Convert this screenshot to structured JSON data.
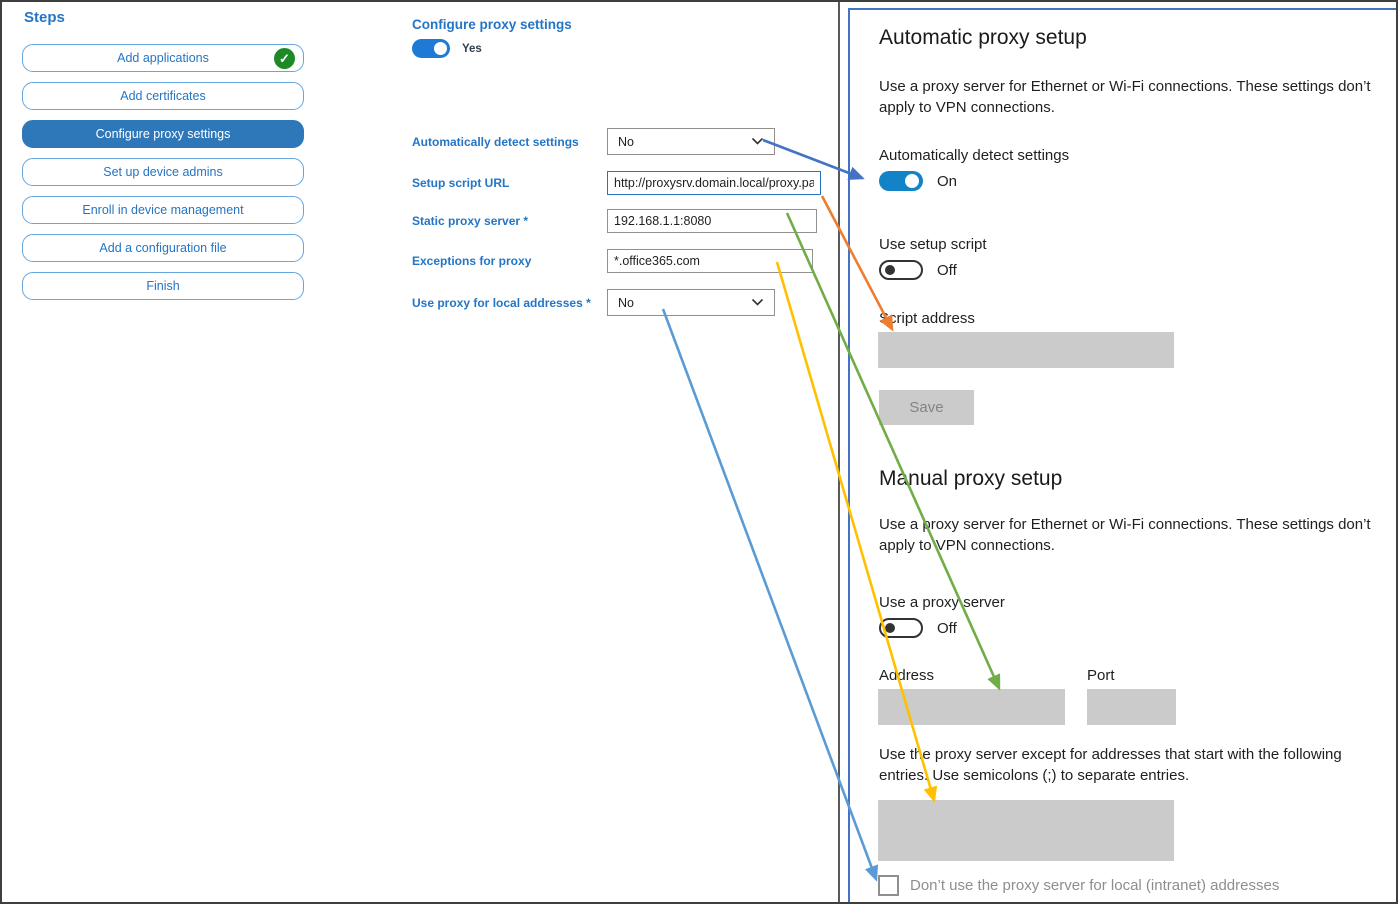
{
  "sidebar": {
    "title": "Steps",
    "items": [
      {
        "label": "Add applications",
        "state": "completed"
      },
      {
        "label": "Add certificates",
        "state": "normal"
      },
      {
        "label": "Configure proxy settings",
        "state": "active"
      },
      {
        "label": "Set up device admins",
        "state": "normal"
      },
      {
        "label": "Enroll in device management",
        "state": "normal"
      },
      {
        "label": "Add a configuration file",
        "state": "normal"
      },
      {
        "label": "Finish",
        "state": "normal"
      }
    ]
  },
  "form": {
    "title": "Configure proxy settings",
    "enabled_toggle": {
      "label": "Yes",
      "state": "on"
    },
    "fields": [
      {
        "label": "Automatically detect settings",
        "type": "select",
        "value": "No"
      },
      {
        "label": "Setup script URL",
        "type": "text",
        "value": "http://proxysrv.domain.local/proxy.pa"
      },
      {
        "label": "Static proxy server *",
        "type": "text",
        "value": "192.168.1.1:8080"
      },
      {
        "label": "Exceptions for proxy",
        "type": "text",
        "value": "*.office365.com"
      },
      {
        "label": "Use proxy for local addresses *",
        "type": "select",
        "value": "No"
      }
    ]
  },
  "settings_panel": {
    "automatic": {
      "heading": "Automatic proxy setup",
      "description": "Use a proxy server for Ethernet or Wi-Fi connections. These settings don’t apply to VPN connections.",
      "detect_label": "Automatically detect settings",
      "detect_state": "On",
      "script_toggle_label": "Use setup script",
      "script_toggle_state": "Off",
      "script_address_label": "Script address",
      "save_button": "Save"
    },
    "manual": {
      "heading": "Manual proxy setup",
      "description": "Use a proxy server for Ethernet or Wi-Fi connections. These settings don’t apply to VPN connections.",
      "proxy_toggle_label": "Use a proxy server",
      "proxy_toggle_state": "Off",
      "address_label": "Address",
      "port_label": "Port",
      "exceptions_text": "Use the proxy server except for addresses that start with the following entries. Use semicolons (;) to separate entries.",
      "local_checkbox_label": "Don’t use the proxy server for local (intranet) addresses",
      "local_checkbox_checked": false
    }
  },
  "annotations": {
    "check_glyph": "✓",
    "arrows": [
      {
        "name": "detect-settings-mapping",
        "color": "#4472c4"
      },
      {
        "name": "setup-script-url-mapping",
        "color": "#ed7d31"
      },
      {
        "name": "static-proxy-mapping",
        "color": "#70ad47"
      },
      {
        "name": "proxy-exceptions-mapping",
        "color": "#ffc000"
      },
      {
        "name": "local-addresses-mapping",
        "color": "#5b9bd5"
      }
    ]
  },
  "colors": {
    "accent_blue": "#2475c5",
    "active_step_bg": "#2e77b8",
    "toggle_on_blue": "#1283c6",
    "success_green": "#1d8a27",
    "disabled_gray": "#cbcbcb",
    "panel_border_blue": "#4472c4"
  }
}
